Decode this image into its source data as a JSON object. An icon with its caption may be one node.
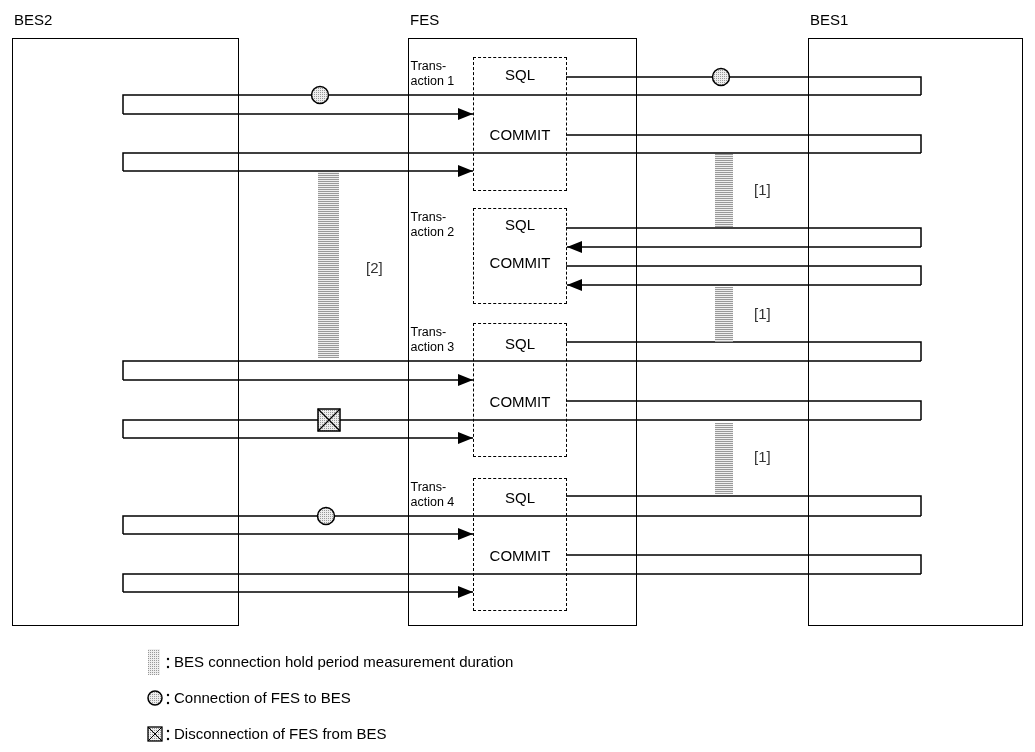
{
  "diagram": {
    "nodes": [
      {
        "text": [
          "BES2"
        ]
      },
      {
        "text": [
          "FES"
        ]
      },
      {
        "text": [
          "BES1"
        ]
      },
      {
        "text": [
          "Trans- action 1"
        ],
        "in": 1
      },
      {
        "text": [
          "SQL"
        ],
        "in": 3
      },
      {
        "text": [
          "COMMIT"
        ],
        "in": 3
      },
      {
        "text": [
          "Trans- action 2"
        ],
        "in": 1
      },
      {
        "text": [
          "SQL"
        ],
        "in": 6
      },
      {
        "text": [
          "COMMIT"
        ],
        "in": 6
      },
      {
        "text": [
          "Trans- action 3"
        ],
        "in": 1
      },
      {
        "text": [
          "SQL"
        ],
        "in": 9
      },
      {
        "text": [
          "COMMIT"
        ],
        "in": 9
      },
      {
        "text": [
          "Trans- action 4"
        ],
        "in": 1
      },
      {
        "text": [
          "SQL"
        ],
        "in": 12
      },
      {
        "text": [
          "COMMIT"
        ],
        "in": 12
      },
      {
        "text": [],
        "shape": "bar",
        "beside": [
          "[1]"
        ]
      },
      {
        "text": [],
        "shape": "bar",
        "beside": [
          "[2]"
        ]
      },
      {
        "text": [],
        "shape": "bar",
        "beside": [
          "[1]"
        ]
      },
      {
        "text": [],
        "shape": "bar",
        "beside": [
          "[1]"
        ]
      }
    ],
    "edges": [
      {
        "from": 4,
        "to": 2,
        "arrow": "none"
      },
      {
        "from": 2,
        "to": 0,
        "arrow": "none"
      },
      {
        "from": 0,
        "to": 3,
        "arrow": "to"
      },
      {
        "from": 5,
        "to": 2,
        "arrow": "none"
      },
      {
        "from": 2,
        "to": 0,
        "arrow": "none"
      },
      {
        "from": 0,
        "to": 3,
        "arrow": "to"
      },
      {
        "from": 7,
        "to": 2,
        "arrow": "none"
      },
      {
        "from": 2,
        "to": 6,
        "arrow": "to"
      },
      {
        "from": 8,
        "to": 2,
        "arrow": "none"
      },
      {
        "from": 2,
        "to": 6,
        "arrow": "to"
      },
      {
        "from": 10,
        "to": 2,
        "arrow": "none"
      },
      {
        "from": 2,
        "to": 0,
        "arrow": "none"
      },
      {
        "from": 0,
        "to": 9,
        "arrow": "to"
      },
      {
        "from": 11,
        "to": 2,
        "arrow": "none"
      },
      {
        "from": 2,
        "to": 0,
        "arrow": "none"
      },
      {
        "from": 0,
        "to": 9,
        "arrow": "to"
      },
      {
        "from": 13,
        "to": 2,
        "arrow": "none"
      },
      {
        "from": 2,
        "to": 0,
        "arrow": "none"
      },
      {
        "from": 0,
        "to": 12,
        "arrow": "to"
      },
      {
        "from": 14,
        "to": 2,
        "arrow": "none"
      },
      {
        "from": 2,
        "to": 0,
        "arrow": "none"
      },
      {
        "from": 0,
        "to": 12,
        "arrow": "to"
      }
    ],
    "legend": [
      {
        "text": "BES connection hold period measurement duration"
      },
      {
        "text": "Connection of FES to BES"
      },
      {
        "text": "Disconnection of FES from BES"
      }
    ]
  }
}
